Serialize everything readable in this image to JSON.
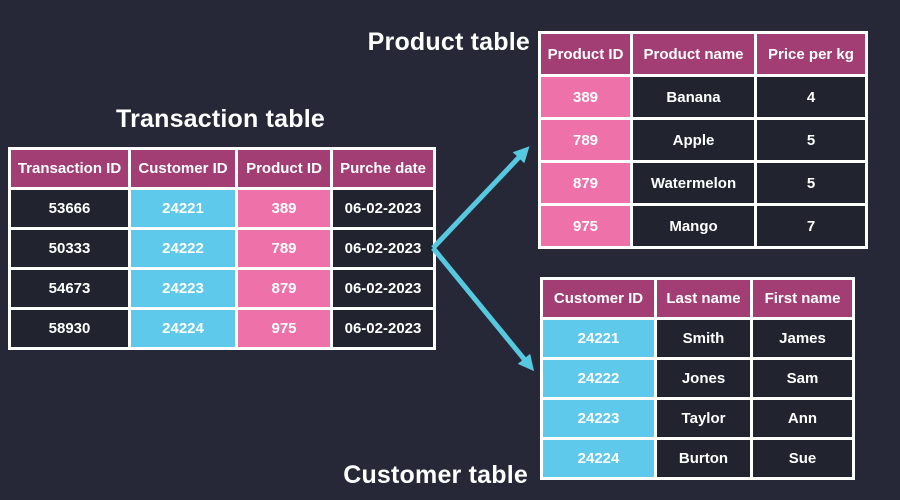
{
  "titles": {
    "transaction": "Transaction table",
    "product": "Product table",
    "customer": "Customer table"
  },
  "colors": {
    "background": "#262837",
    "header": "#A23E74",
    "pink": "#EE72A9",
    "cyan": "#5EC9EA",
    "cell-dark": "#21232E",
    "border": "#FFFFFF",
    "arrow": "#56C8DF",
    "text": "#FFFFFF"
  },
  "tables": {
    "transaction": {
      "headers": [
        "Transaction ID",
        "Customer ID",
        "Product ID",
        "Purche date"
      ],
      "rows": [
        [
          "53666",
          "24221",
          "389",
          "06-02-2023"
        ],
        [
          "50333",
          "24222",
          "789",
          "06-02-2023"
        ],
        [
          "54673",
          "24223",
          "879",
          "06-02-2023"
        ],
        [
          "58930",
          "24224",
          "975",
          "06-02-2023"
        ]
      ]
    },
    "product": {
      "headers": [
        "Product ID",
        "Product name",
        "Price per kg"
      ],
      "rows": [
        [
          "389",
          "Banana",
          "4"
        ],
        [
          "789",
          "Apple",
          "5"
        ],
        [
          "879",
          "Watermelon",
          "5"
        ],
        [
          "975",
          "Mango",
          "7"
        ]
      ]
    },
    "customer": {
      "headers": [
        "Customer ID",
        "Last name",
        "First name"
      ],
      "rows": [
        [
          "24221",
          "Smith",
          "James"
        ],
        [
          "24222",
          "Jones",
          "Sam"
        ],
        [
          "24223",
          "Taylor",
          "Ann"
        ],
        [
          "24224",
          "Burton",
          "Sue"
        ]
      ]
    }
  }
}
